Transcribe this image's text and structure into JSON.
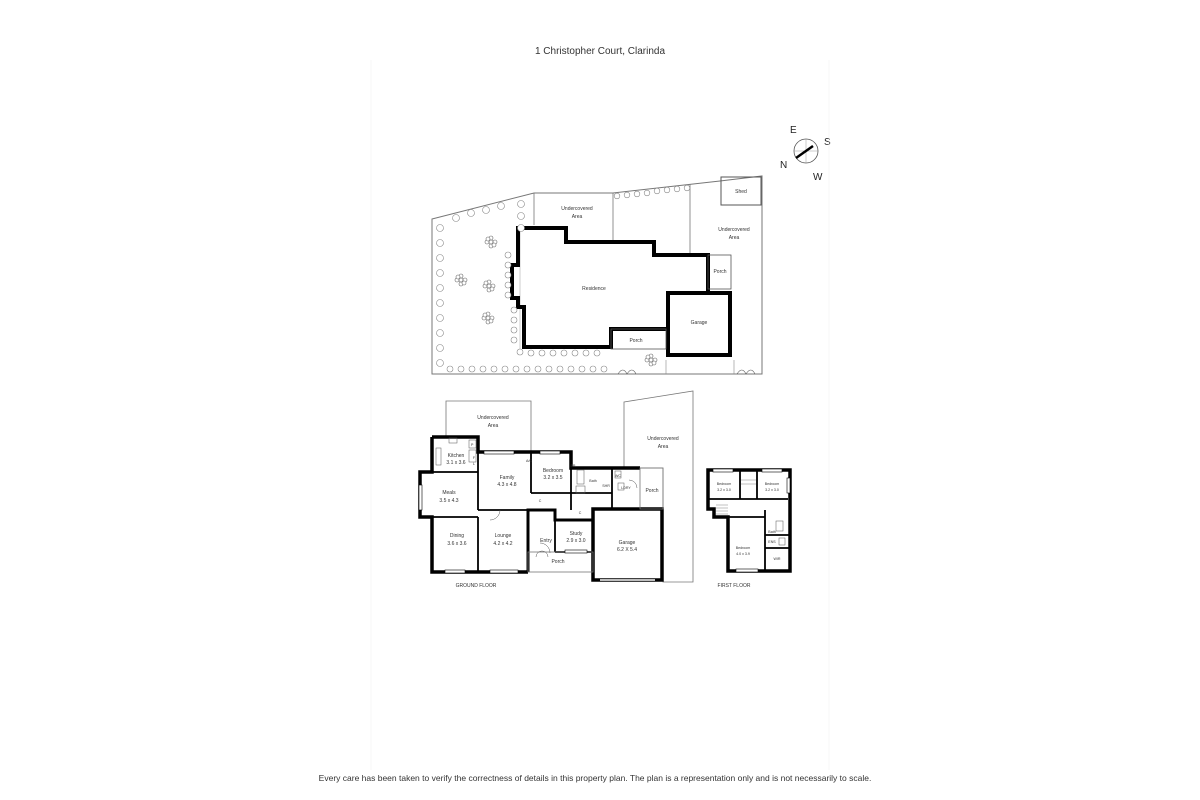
{
  "title": "1 Christopher Court, Clarinda",
  "disclaimer": "Every care has been taken to verify the correctness of details in this property plan. The plan is a representation only and is not necessarily to scale.",
  "compass": {
    "e": "E",
    "s": "S",
    "w": "W",
    "n": "N"
  },
  "site": {
    "shed": "Shed",
    "undercovered_area_top": [
      "Undercovered",
      "Area"
    ],
    "undercovered_area_right": [
      "Undercovered",
      "Area"
    ],
    "residence": "Residence",
    "porch_right": "Porch",
    "garage": "Garage",
    "porch_front": "Porch"
  },
  "ground_floor": {
    "caption": "GROUND FLOOR",
    "undercovered_area_top": [
      "Undercovered",
      "Area"
    ],
    "undercovered_area_right": [
      "Undercovered",
      "Area"
    ],
    "kitchen": {
      "name": "Kitchen",
      "dims": "3.1 x 3.6"
    },
    "family": {
      "name": "Family",
      "dims": "4.3 x 4.8"
    },
    "bedroom": {
      "name": "Bedroom",
      "dims": "3.2 x 3.5"
    },
    "meals": {
      "name": "Meals",
      "dims": "3.5 x 4.3"
    },
    "dining": {
      "name": "Dining",
      "dims": "3.6 x 3.6"
    },
    "lounge": {
      "name": "Lounge",
      "dims": "4.2 x 4.2"
    },
    "entry": "Entry",
    "study": {
      "name": "Study",
      "dims": "2.9 x 3.0"
    },
    "porch_front": "Porch",
    "porch_side": "Porch",
    "garage": {
      "name": "Garage",
      "dims": "6.2 X 5.4"
    },
    "bath": "Bath",
    "ldry": "LDRY",
    "wc": "WC",
    "ac": "A/C",
    "p": "P",
    "c": "C",
    "br": "BR",
    "shr": "SHR",
    "l": "L",
    "f": "F"
  },
  "first_floor": {
    "caption": "FIRST FLOOR",
    "bedroom_left": {
      "name": "Bedroom",
      "dims": "3.2 x 3.0"
    },
    "bedroom_right": {
      "name": "Bedroom",
      "dims": "3.2 x 3.0"
    },
    "bedroom_main": {
      "name": "Bedroom",
      "dims": "4.0 x 3.9"
    },
    "bath": "Bath",
    "ens": "ENS",
    "wir": "WIR"
  }
}
